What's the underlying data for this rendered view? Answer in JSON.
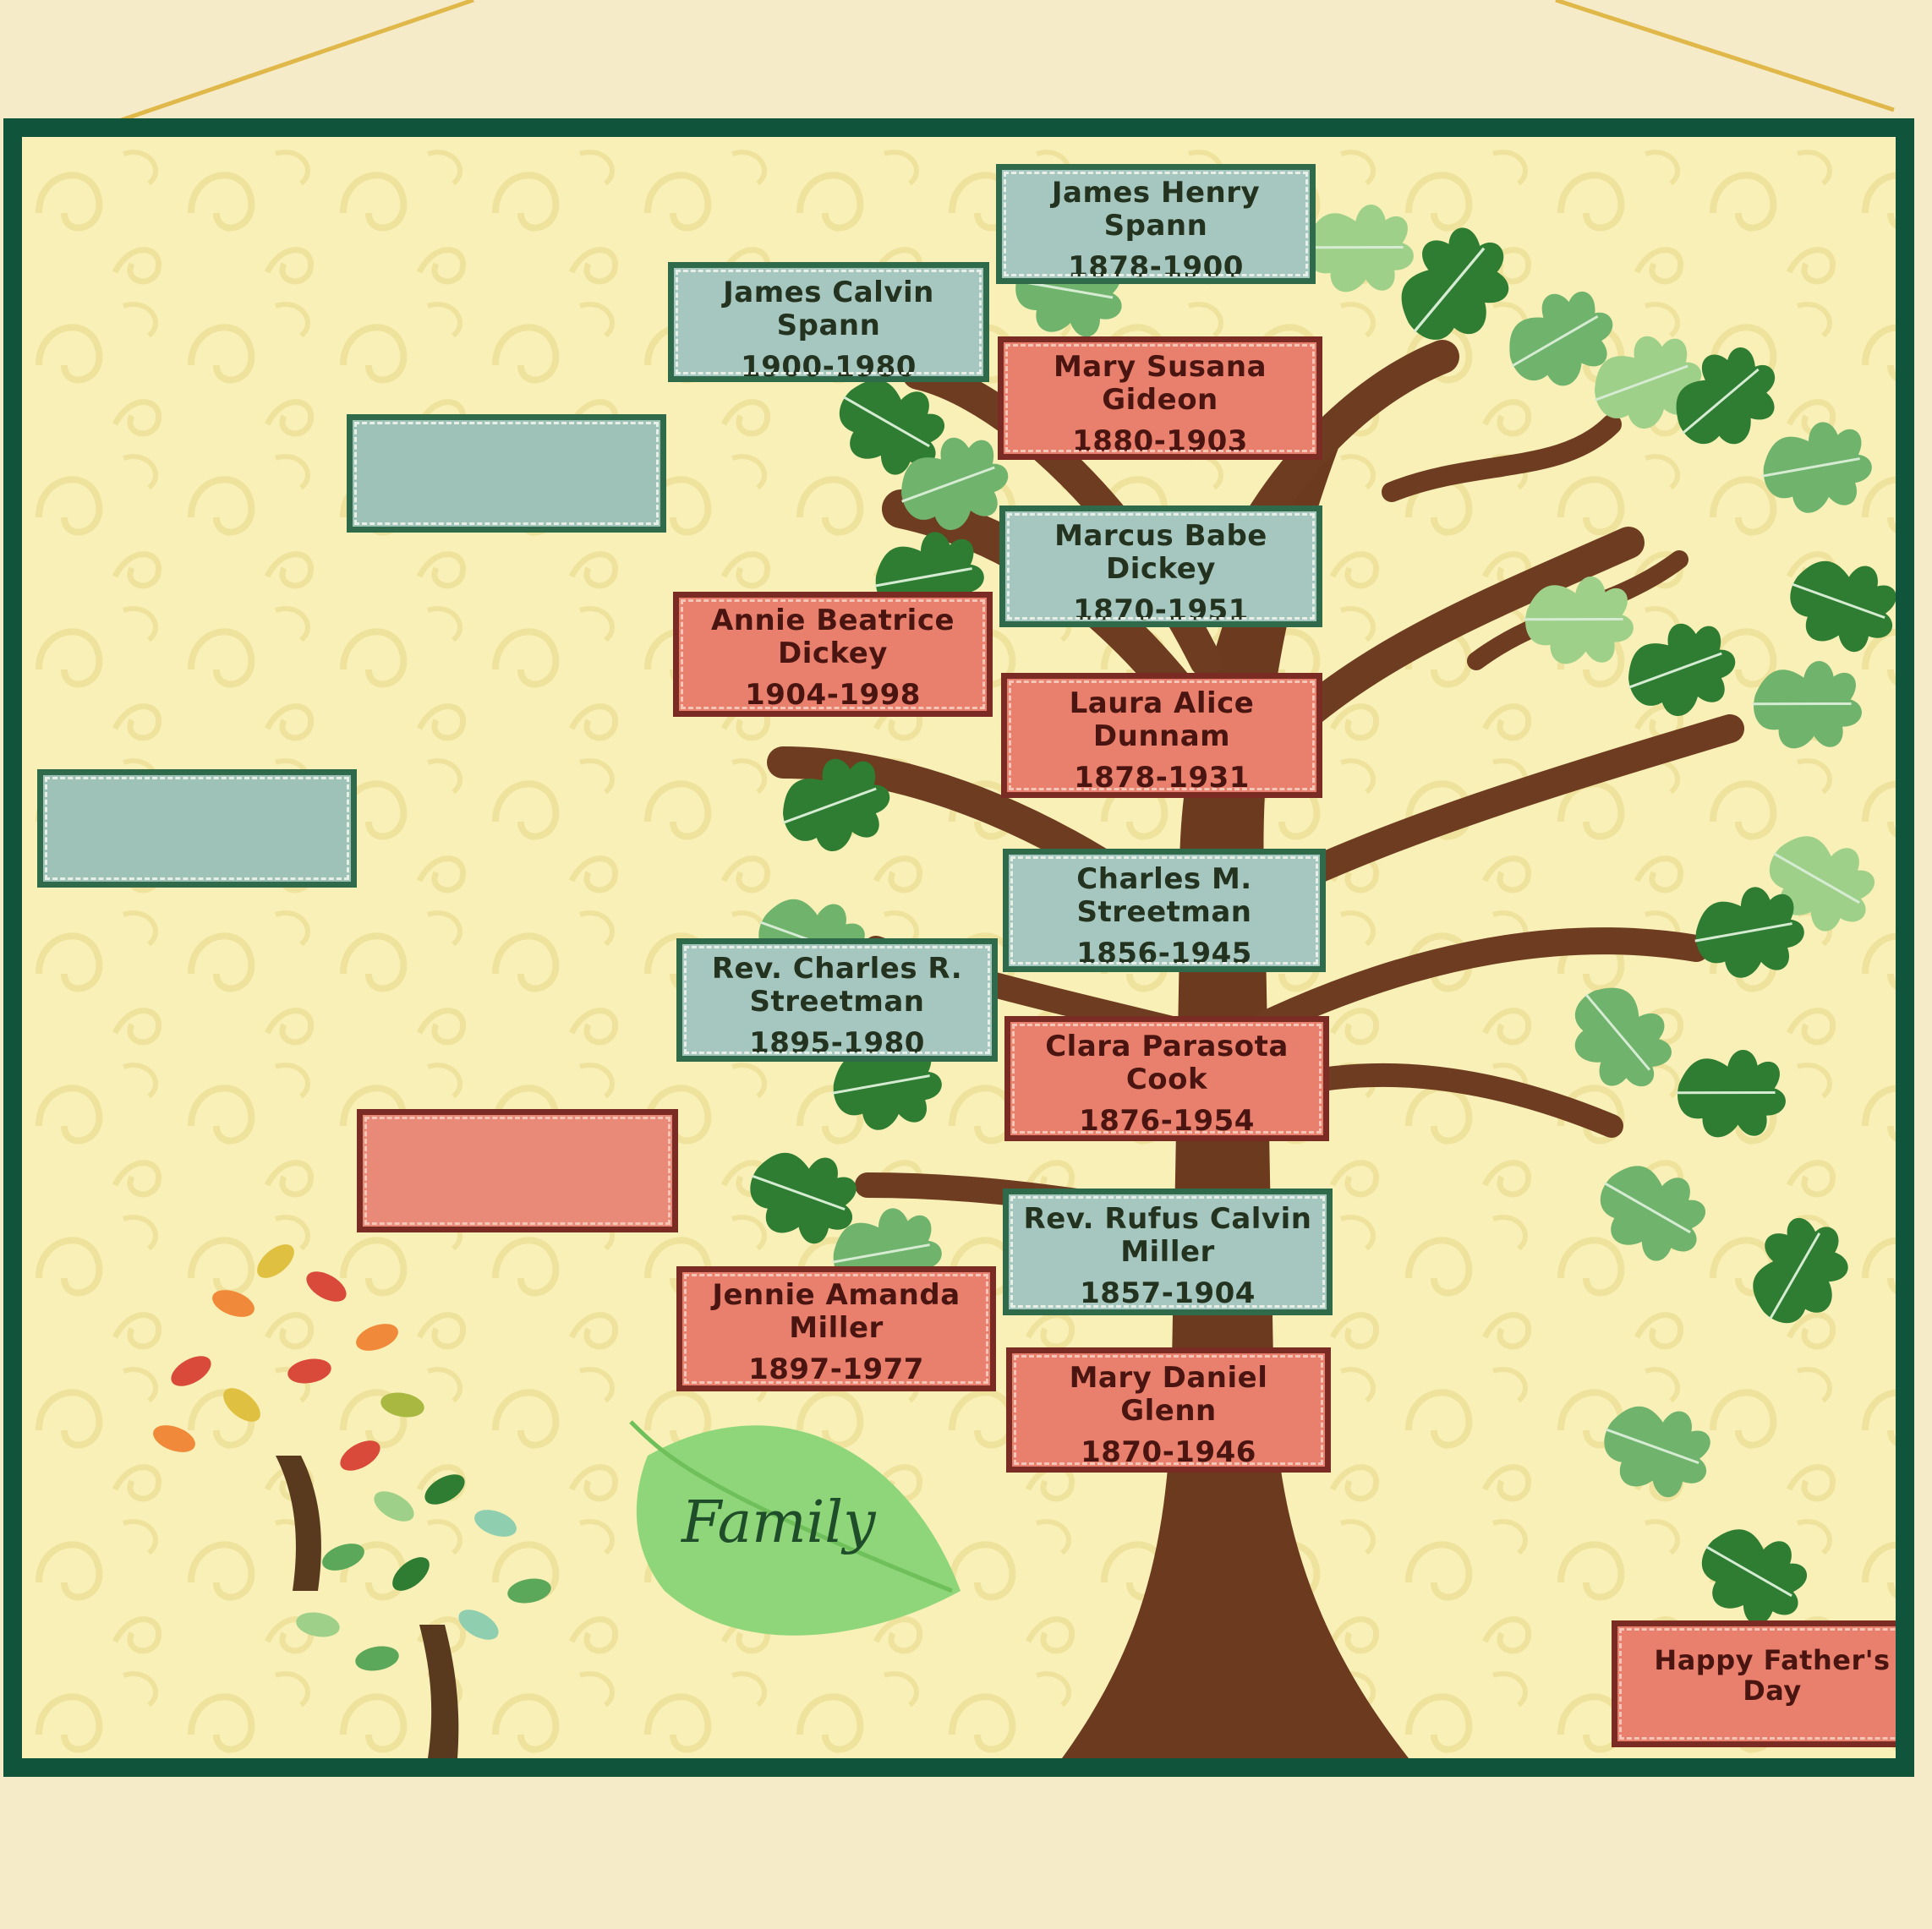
{
  "quilt": {
    "title_word": "Family",
    "plates": {
      "james_henry": {
        "name_line1": "James Henry",
        "name_line2": "Spann",
        "dates": "1878-1900"
      },
      "james_calvin": {
        "name_line1": "James Calvin",
        "name_line2": "Spann",
        "dates": "1900-1980"
      },
      "mary_susana": {
        "name_line1": "Mary Susana",
        "name_line2": "Gideon",
        "dates": "1880-1903"
      },
      "marcus_babe": {
        "name_line1": "Marcus Babe",
        "name_line2": "Dickey",
        "dates": "1870-1951"
      },
      "annie_beatrice": {
        "name_line1": "Annie Beatrice",
        "name_line2": "Dickey",
        "dates": "1904-1998"
      },
      "laura_alice": {
        "name_line1": "Laura Alice",
        "name_line2": "Dunnam",
        "dates": "1878-1931"
      },
      "charles_m": {
        "name_line1": "Charles M.",
        "name_line2": "Streetman",
        "dates": "1856-1945"
      },
      "rev_charles_r": {
        "name_line1": "Rev. Charles R.",
        "name_line2": "Streetman",
        "dates": "1895-1980"
      },
      "clara_parasota": {
        "name_line1": "Clara Parasota",
        "name_line2": "Cook",
        "dates": "1876-1954"
      },
      "rev_rufus": {
        "name_line1": "Rev. Rufus Calvin",
        "name_line2": "Miller",
        "dates": "1857-1904"
      },
      "jennie_amanda": {
        "name_line1": "Jennie Amanda",
        "name_line2": "Miller",
        "dates": "1897-1977"
      },
      "mary_daniel": {
        "name_line1": "Mary Daniel",
        "name_line2": "Glenn",
        "dates": "1870-1946"
      }
    },
    "greeting": {
      "line1": "Happy Father's",
      "line2": "Day"
    },
    "colors": {
      "border": "#10543b",
      "background": "#f8f0b6",
      "blue_plate": "#a6c7bf",
      "red_plate": "#e8806d",
      "trunk": "#6b3a1f",
      "leaf": "#2e7d32"
    }
  }
}
